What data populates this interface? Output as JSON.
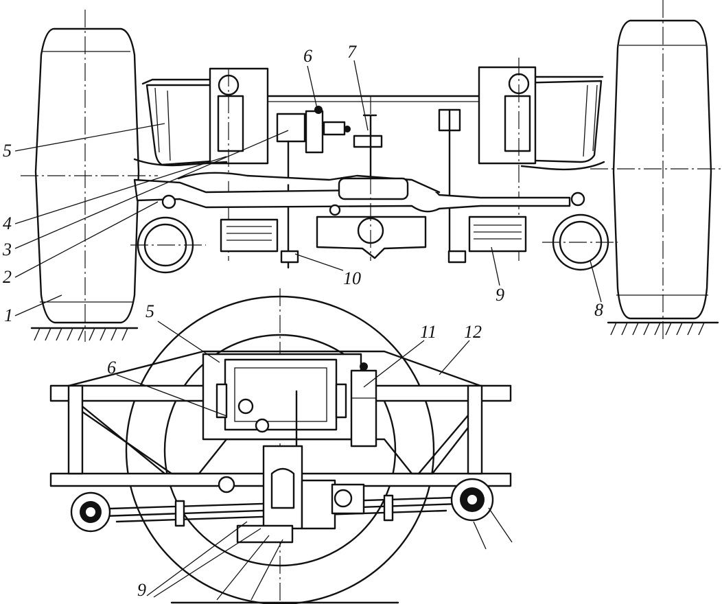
{
  "diagram": {
    "top_view_labels": [
      "5",
      "4",
      "3",
      "2",
      "1",
      "6",
      "7",
      "10",
      "9",
      "8"
    ],
    "side_view_labels": [
      "5",
      "6",
      "11",
      "12",
      "9"
    ]
  }
}
